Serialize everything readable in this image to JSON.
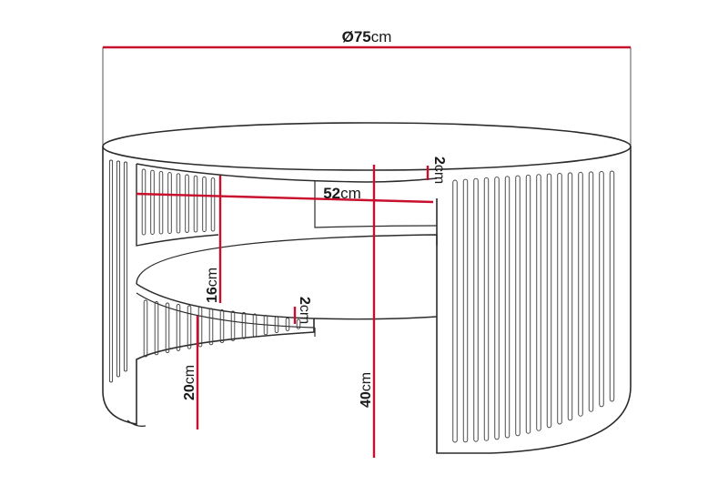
{
  "diagram": {
    "dimensions": {
      "diameter": {
        "symbol": "Ø",
        "value": "75",
        "unit": "cm"
      },
      "inner_width": {
        "value": "52",
        "unit": "cm"
      },
      "top_thickness": {
        "value": "2",
        "unit": "cm"
      },
      "shelf_gap": {
        "value": "16",
        "unit": "cm"
      },
      "shelf_thickness": {
        "value": "2",
        "unit": "cm"
      },
      "base_height": {
        "value": "20",
        "unit": "cm"
      },
      "total_height": {
        "value": "40",
        "unit": "cm"
      }
    },
    "colors": {
      "dimension_line": "#c8102e",
      "outline": "#2b2b2b"
    }
  }
}
